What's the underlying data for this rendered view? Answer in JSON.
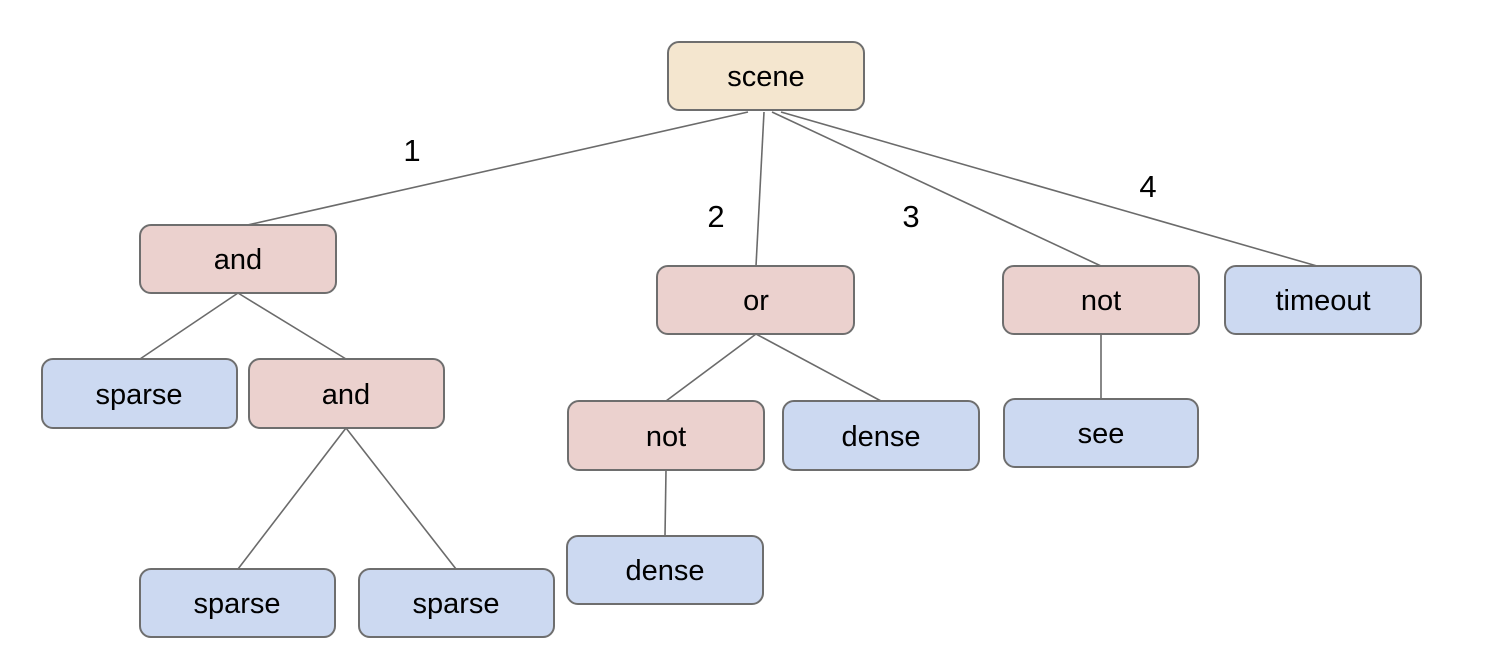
{
  "diagram": {
    "type": "tree",
    "description": "Behavior/condition tree rooted at scene with numbered branches",
    "colors": {
      "root_fill": "#f4e6cf",
      "operator_fill": "#ebd1ce",
      "leaf_fill": "#ccd9f1",
      "node_border": "#6e6e6e",
      "edge": "#6b6b6b",
      "text": "#000000",
      "background": "#ffffff"
    },
    "nodes": {
      "scene": {
        "label": "scene",
        "kind": "root"
      },
      "and_1": {
        "label": "and",
        "kind": "operator"
      },
      "or_1": {
        "label": "or",
        "kind": "operator"
      },
      "not_1": {
        "label": "not",
        "kind": "operator"
      },
      "timeout_1": {
        "label": "timeout",
        "kind": "leaf"
      },
      "sparse_1": {
        "label": "sparse",
        "kind": "leaf"
      },
      "and_2": {
        "label": "and",
        "kind": "operator"
      },
      "sparse_2": {
        "label": "sparse",
        "kind": "leaf"
      },
      "sparse_3": {
        "label": "sparse",
        "kind": "leaf"
      },
      "not_2": {
        "label": "not",
        "kind": "operator"
      },
      "dense_1": {
        "label": "dense",
        "kind": "leaf"
      },
      "dense_2": {
        "label": "dense",
        "kind": "leaf"
      },
      "see_1": {
        "label": "see",
        "kind": "leaf"
      }
    },
    "edges": [
      {
        "from": "scene",
        "to": "and_1",
        "label": "1"
      },
      {
        "from": "scene",
        "to": "or_1",
        "label": "2"
      },
      {
        "from": "scene",
        "to": "not_1",
        "label": "3"
      },
      {
        "from": "scene",
        "to": "timeout_1",
        "label": "4"
      },
      {
        "from": "and_1",
        "to": "sparse_1",
        "label": ""
      },
      {
        "from": "and_1",
        "to": "and_2",
        "label": ""
      },
      {
        "from": "and_2",
        "to": "sparse_2",
        "label": ""
      },
      {
        "from": "and_2",
        "to": "sparse_3",
        "label": ""
      },
      {
        "from": "or_1",
        "to": "not_2",
        "label": ""
      },
      {
        "from": "or_1",
        "to": "dense_1",
        "label": ""
      },
      {
        "from": "not_2",
        "to": "dense_2",
        "label": ""
      },
      {
        "from": "not_1",
        "to": "see_1",
        "label": ""
      }
    ]
  }
}
